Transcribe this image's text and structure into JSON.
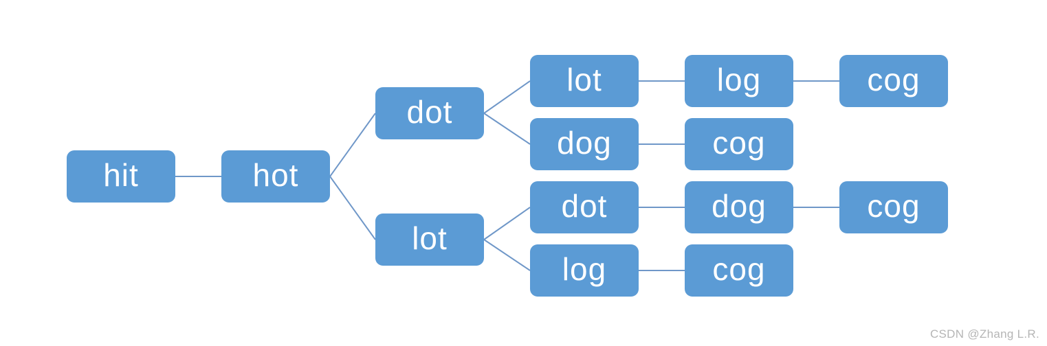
{
  "diagram": {
    "type": "tree",
    "description": "word ladder transformation tree from hit to cog",
    "colors": {
      "node_fill": "#5b9bd5",
      "node_text": "#ffffff",
      "connector": "#6f97c8",
      "watermark_text_color": "#b5b5b5",
      "background": "#ffffff"
    }
  },
  "nodes": [
    {
      "id": "hit",
      "label": "hit"
    },
    {
      "id": "hot",
      "label": "hot"
    },
    {
      "id": "dot_a",
      "label": "dot"
    },
    {
      "id": "lot_b",
      "label": "lot"
    },
    {
      "id": "lot_a1",
      "label": "lot"
    },
    {
      "id": "log_a1",
      "label": "log"
    },
    {
      "id": "cog_a1",
      "label": "cog"
    },
    {
      "id": "dog_a2",
      "label": "dog"
    },
    {
      "id": "cog_a2",
      "label": "cog"
    },
    {
      "id": "dot_b1",
      "label": "dot"
    },
    {
      "id": "dog_b1",
      "label": "dog"
    },
    {
      "id": "cog_b1",
      "label": "cog"
    },
    {
      "id": "log_b2",
      "label": "log"
    },
    {
      "id": "cog_b2",
      "label": "cog"
    }
  ],
  "edges": [
    [
      "hit",
      "hot"
    ],
    [
      "hot",
      "dot_a"
    ],
    [
      "hot",
      "lot_b"
    ],
    [
      "dot_a",
      "lot_a1"
    ],
    [
      "dot_a",
      "dog_a2"
    ],
    [
      "lot_a1",
      "log_a1"
    ],
    [
      "log_a1",
      "cog_a1"
    ],
    [
      "dog_a2",
      "cog_a2"
    ],
    [
      "lot_b",
      "dot_b1"
    ],
    [
      "lot_b",
      "log_b2"
    ],
    [
      "dot_b1",
      "dog_b1"
    ],
    [
      "dog_b1",
      "cog_b1"
    ],
    [
      "log_b2",
      "cog_b2"
    ]
  ],
  "watermark": {
    "text": "CSDN @Zhang L.R."
  }
}
